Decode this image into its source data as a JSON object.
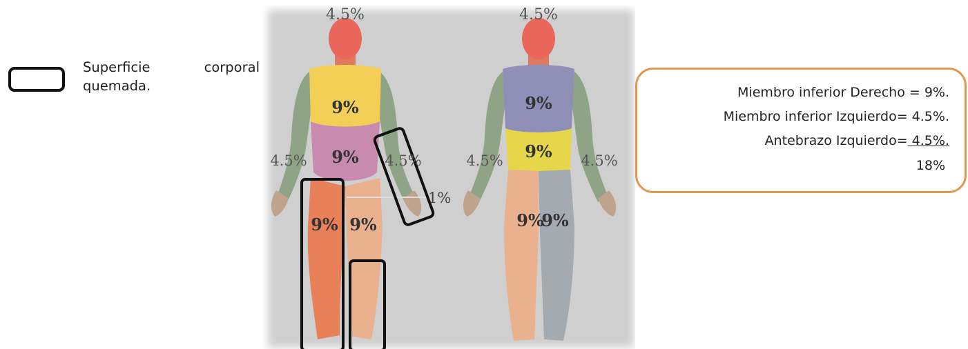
{
  "legend": {
    "word1": "Superficie",
    "word2": "corporal",
    "line2": "quemada."
  },
  "front": {
    "head": "4.5%",
    "chest": "9%",
    "abdomen": "9%",
    "right_arm": "4.5%",
    "left_arm": "4.5%",
    "genitals": "1%",
    "right_leg": "9%",
    "left_leg": "9%"
  },
  "back": {
    "head": "4.5%",
    "upper_back": "9%",
    "lower_back": "9%",
    "left_arm": "4.5%",
    "right_arm": "4.5%",
    "left_leg": "9%",
    "right_leg": "9%"
  },
  "calculation": {
    "line1": "Miembro inferior  Derecho = 9%.",
    "line2": "Miembro inferior Izquierdo= 4.5%.",
    "line3_label": "Antebrazo Izquierdo=",
    "line3_value": " 4.5%. ",
    "total": "18%"
  },
  "colors": {
    "head": "#e8665a",
    "chest": "#f3cf58",
    "abdomen": "#c98ab0",
    "arm": "#8fa486",
    "leg_burn": "#e88058",
    "leg_skin": "#eab18e",
    "back_upper": "#8f8fb8",
    "back_lower": "#e5d64a",
    "leg_grey": "#a3abb0",
    "outline": "#111111",
    "box_border": "#e3964c"
  }
}
